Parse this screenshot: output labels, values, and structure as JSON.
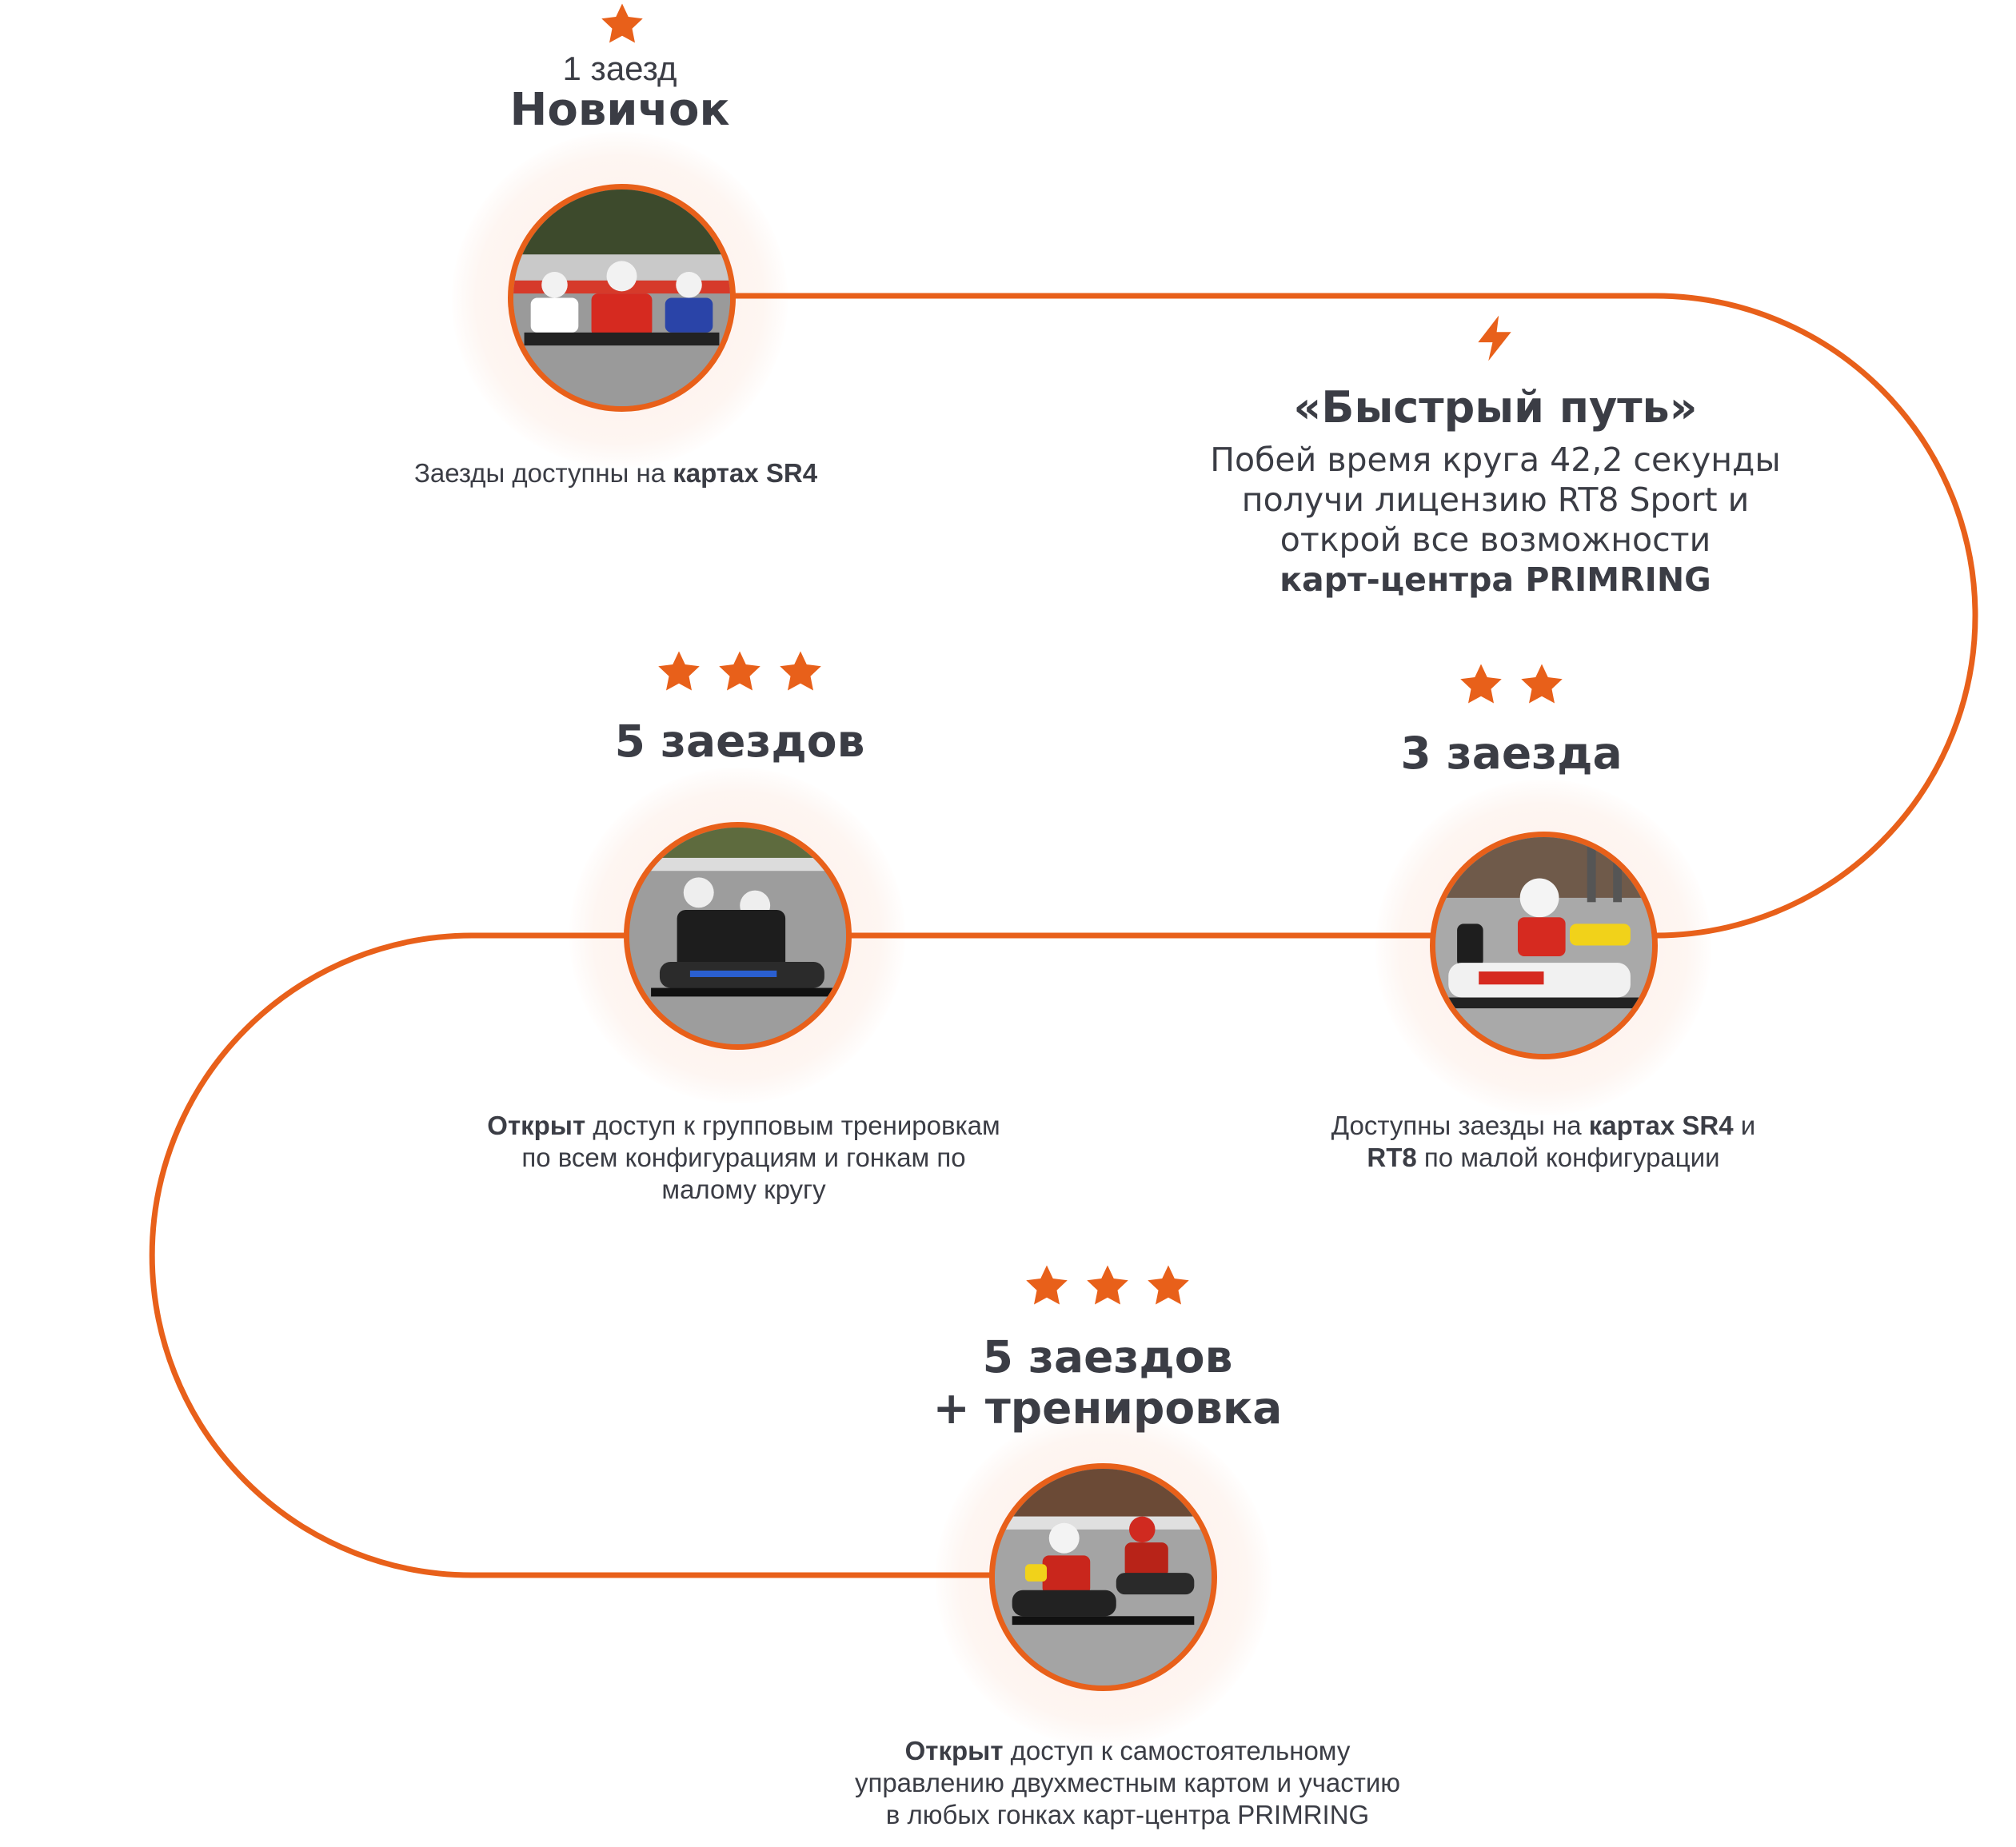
{
  "colors": {
    "accent": "#e8601a",
    "text": "#3b3d45"
  },
  "stages": [
    {
      "id": "novice",
      "stars": 1,
      "count_label": "1 заезд",
      "title": "Новичок",
      "photo_icon": "karting-photo-three-karts",
      "desc_parts": [
        {
          "text": "Заезды доступны на ",
          "bold": false
        },
        {
          "text": "картах SR4",
          "bold": true
        }
      ]
    },
    {
      "id": "three-rides",
      "stars": 2,
      "title": "3 заезда",
      "photo_icon": "karting-photo-rt8-kart",
      "desc_lines": [
        [
          {
            "text": "Доступны заезды на ",
            "bold": false
          },
          {
            "text": "картах SR4",
            "bold": true
          },
          {
            "text": " и",
            "bold": false
          }
        ],
        [
          {
            "text": "RT8",
            "bold": true
          },
          {
            "text": " по малой конфигурации",
            "bold": false
          }
        ]
      ]
    },
    {
      "id": "five-rides",
      "stars": 3,
      "title": "5 заездов",
      "photo_icon": "karting-photo-two-seat-karts",
      "desc_lines": [
        [
          {
            "text": "Открыт",
            "bold": true
          },
          {
            "text": " доступ к групповым тренировкам",
            "bold": false
          }
        ],
        [
          {
            "text": "по всем конфигурациям и гонкам по",
            "bold": false
          }
        ],
        [
          {
            "text": "малому кругу",
            "bold": false
          }
        ]
      ]
    },
    {
      "id": "five-rides-training",
      "stars": 3,
      "title_line1": "5 заездов",
      "title_line2": "+ тренировка",
      "photo_icon": "karting-photo-race-karts",
      "desc_lines": [
        [
          {
            "text": "Открыт",
            "bold": true
          },
          {
            "text": " доступ к самостоятельному",
            "bold": false
          }
        ],
        [
          {
            "text": "управлению двухместным картом и участию",
            "bold": false
          }
        ],
        [
          {
            "text": "в любых гонках карт-центра PRIMRING",
            "bold": false
          }
        ]
      ]
    }
  ],
  "fast_track": {
    "icon": "lightning-icon",
    "title": "«Быстрый путь»",
    "line1": "Побей время круга 42,2 секунды",
    "line2": "получи лицензию RT8 Sport и",
    "line3": "открой все возможности",
    "line4": "карт-центра PRIMRING"
  }
}
